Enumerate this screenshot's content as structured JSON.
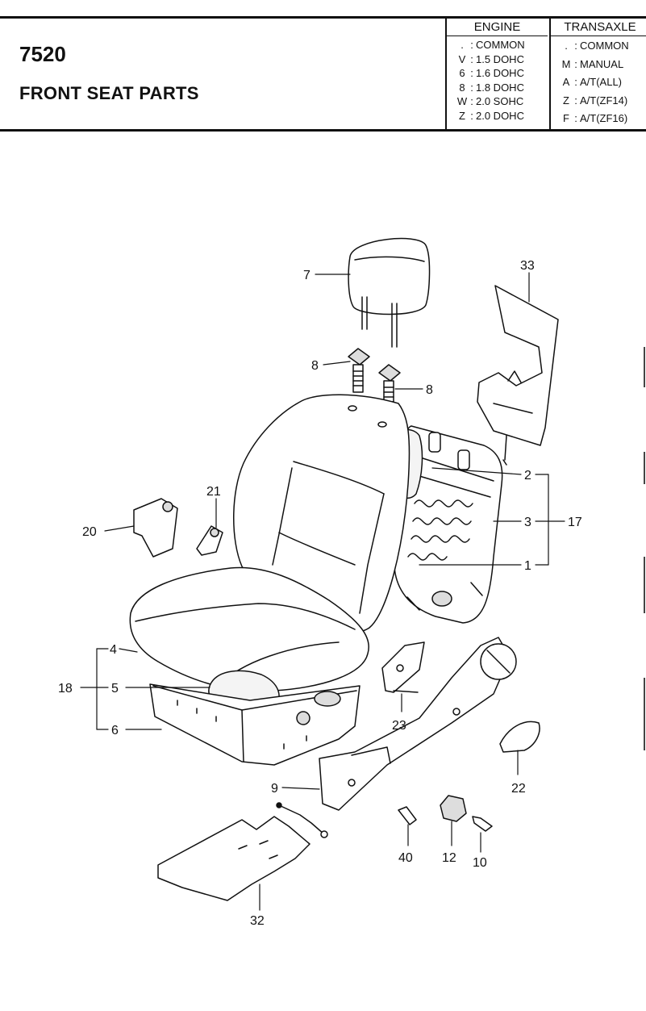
{
  "header": {
    "page_number": "7520",
    "title": "FRONT SEAT PARTS",
    "engine": {
      "heading": "ENGINE",
      "rows": [
        {
          "code": ".",
          "label": "COMMON"
        },
        {
          "code": "V",
          "label": "1.5 DOHC"
        },
        {
          "code": "6",
          "label": "1.6 DOHC"
        },
        {
          "code": "8",
          "label": "1.8 DOHC"
        },
        {
          "code": "W",
          "label": "2.0 SOHC"
        },
        {
          "code": "Z",
          "label": "2.0 DOHC"
        }
      ]
    },
    "transaxle": {
      "heading": "TRANSAXLE",
      "rows": [
        {
          "code": ".",
          "label": "COMMON"
        },
        {
          "code": "M",
          "label": "MANUAL"
        },
        {
          "code": "A",
          "label": "A/T(ALL)"
        },
        {
          "code": "Z",
          "label": "A/T(ZF14)"
        },
        {
          "code": "F",
          "label": "A/T(ZF16)"
        }
      ]
    }
  },
  "callouts": [
    "7",
    "8",
    "8",
    "33",
    "21",
    "20",
    "2",
    "3",
    "17",
    "1",
    "4",
    "18",
    "5",
    "6",
    "23",
    "22",
    "9",
    "40",
    "12",
    "10",
    "32"
  ]
}
